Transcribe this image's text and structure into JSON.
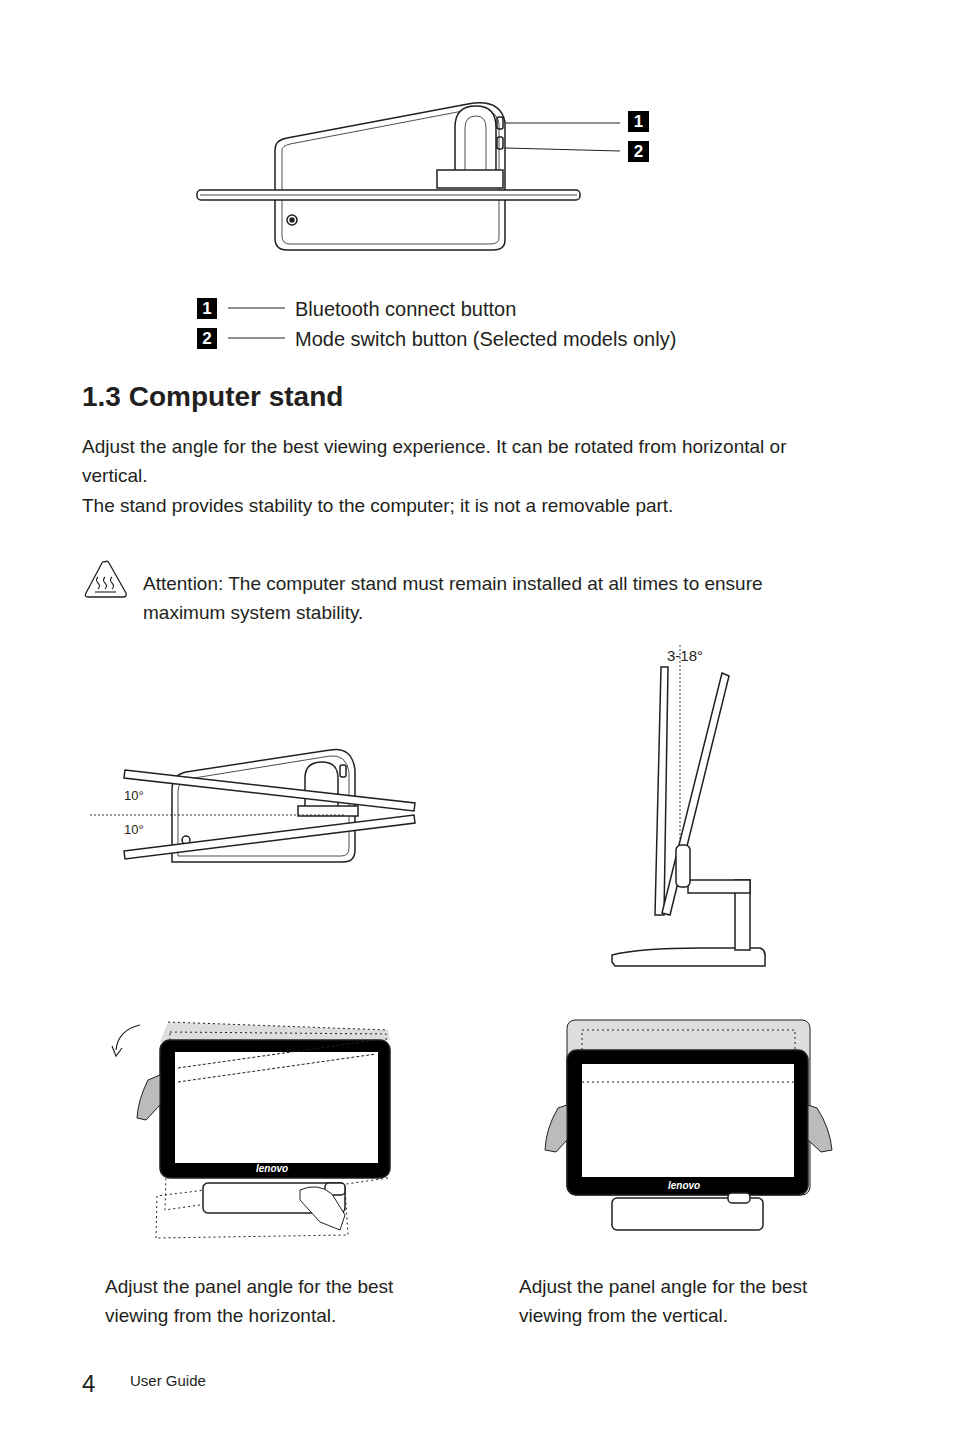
{
  "diagram": {
    "title": "1.3 Computer stand",
    "nodes": [
      {
        "text": [
          "1"
        ]
      },
      {
        "text": [
          "2"
        ]
      },
      {
        "text": [
          "1"
        ]
      },
      {
        "text": [
          "2"
        ]
      }
    ],
    "labels": [
      "Bluetooth connect button",
      "Mode switch button (Selected models only)",
      "Adjust the angle for the best viewing experience. It can be rotated from horizontal or vertical.",
      "The stand provides stability to the computer; it is not a removable part.",
      "Attention: The computer stand must remain installed at all times to ensure maximum system stability.",
      "3-18°",
      "10°",
      "10°",
      "lenovo",
      "lenovo",
      "Adjust the panel angle for the best viewing from the horizontal.",
      "Adjust the panel angle for the best viewing from the vertical.",
      "4",
      "User Guide"
    ]
  }
}
